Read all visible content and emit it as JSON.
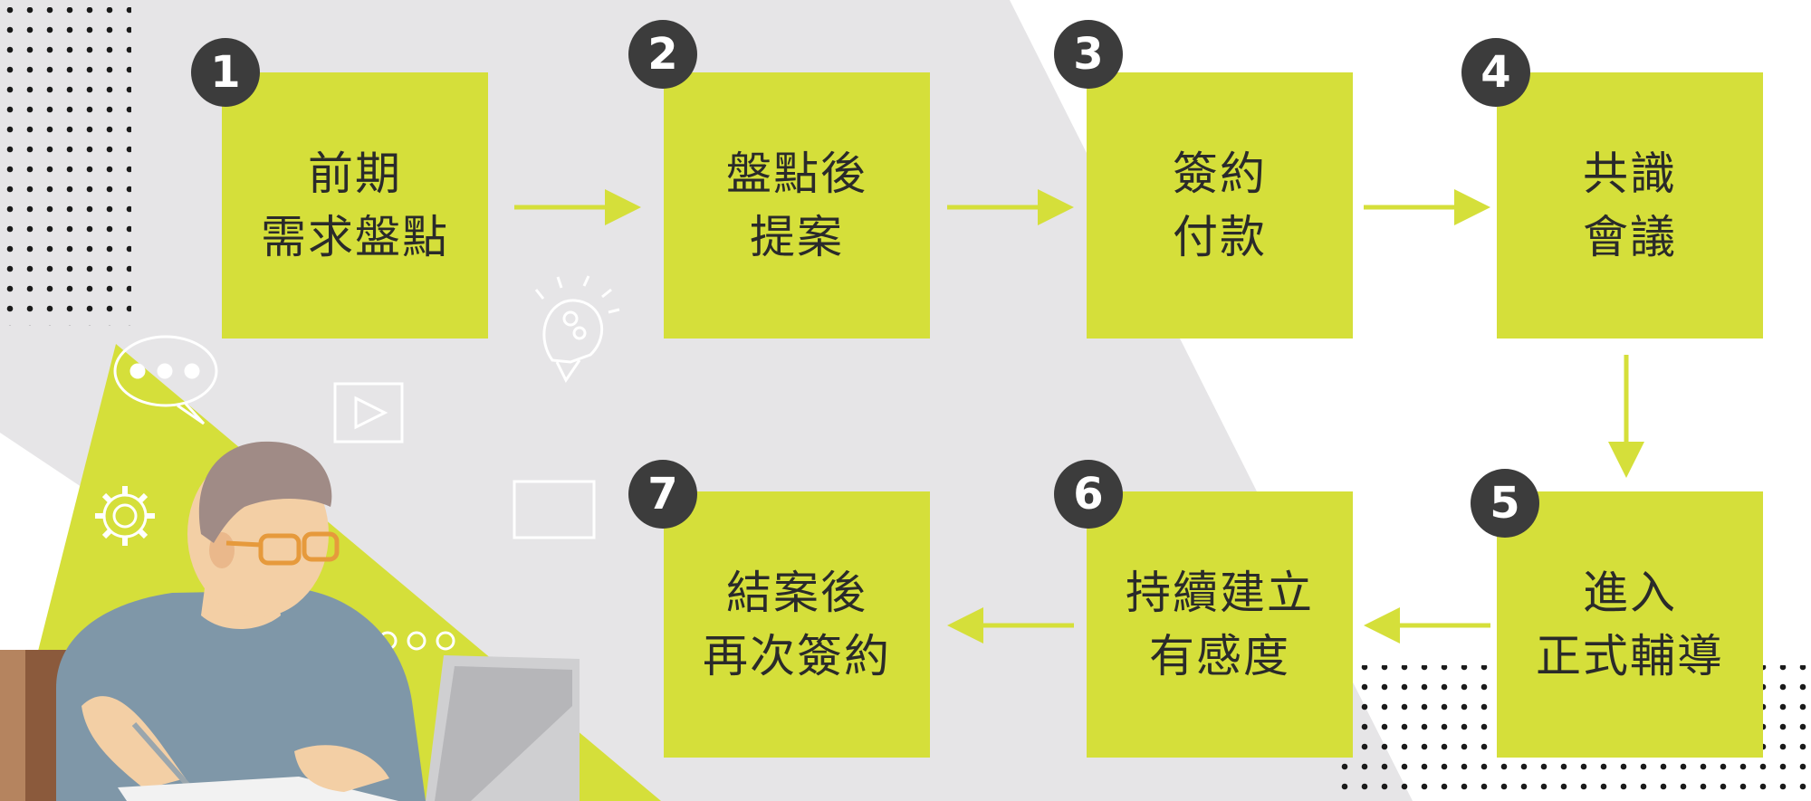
{
  "steps": [
    {
      "number": "1",
      "lines": [
        "前期",
        "需求盤點"
      ]
    },
    {
      "number": "2",
      "lines": [
        "盤點後",
        "提案"
      ]
    },
    {
      "number": "3",
      "lines": [
        "簽約",
        "付款"
      ]
    },
    {
      "number": "4",
      "lines": [
        "共識",
        "會議"
      ]
    },
    {
      "number": "5",
      "lines": [
        "進入",
        "正式輔導"
      ]
    },
    {
      "number": "6",
      "lines": [
        "持續建立",
        "有感度"
      ]
    },
    {
      "number": "7",
      "lines": [
        "結案後",
        "再次簽約"
      ]
    }
  ],
  "colors": {
    "box": "#d5df3a",
    "badge": "#3c3c3c",
    "arrow": "#d5df3a",
    "gray_band": "#e6e5e7",
    "dots": "#1a1a1a"
  },
  "icons": [
    "chat-bubble-icon",
    "play-icon",
    "gear-icon",
    "lightbulb-icon",
    "window-icon",
    "person-laptop-illustration"
  ]
}
